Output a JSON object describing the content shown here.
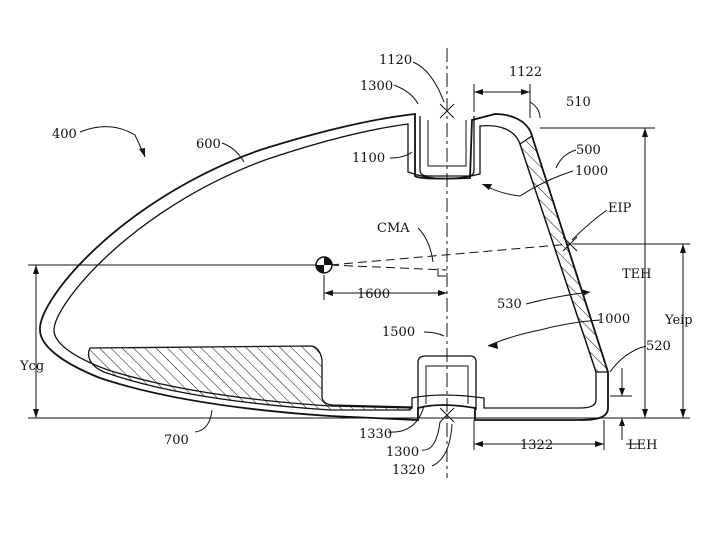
{
  "labels": {
    "l400": "400",
    "l600": "600",
    "l700": "700",
    "l1120": "1120",
    "l1122": "1122",
    "l510": "510",
    "l1300_top": "1300",
    "l1100": "1100",
    "l500": "500",
    "l1000_top": "1000",
    "lEIP": "EIP",
    "lCMA": "CMA",
    "lTEH": "TEH",
    "lYeip": "Yeip",
    "l1600": "1600",
    "l530": "530",
    "l1500": "1500",
    "l1000_bottom": "1000",
    "l520": "520",
    "lYcg": "Ycg",
    "l1330": "1330",
    "l1300_bottom": "1300",
    "l1320": "1320",
    "l1322": "1322",
    "lLEH": "LEH"
  }
}
